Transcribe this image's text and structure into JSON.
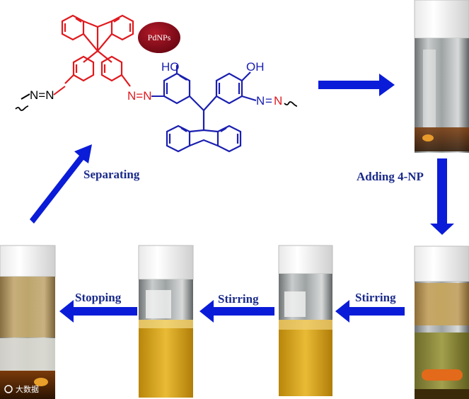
{
  "structure": {
    "badge": "PdNPs",
    "hydroxyl_left": "HO",
    "hydroxyl_right": "OH",
    "azo_n": "N",
    "azo_eq": "=",
    "azo_left": "N=N",
    "azo_mid": "N=N",
    "azo_right": "N=N"
  },
  "steps": {
    "separating": "Separating",
    "adding": "Adding 4-NP",
    "stirring_1": "Stirring",
    "stirring_2": "Stirring",
    "stopping": "Stopping"
  },
  "colors": {
    "polymer_red": "#e0191e",
    "polymer_blue": "#1a1fb0",
    "arrow_blue": "#0a1cd8",
    "label_blue": "#1a2a8a",
    "badge": "#8a0d1a",
    "liquid_amber": "#c98a12",
    "liquid_yellow": "#d9a514",
    "liquid_olive": "#8a8a3a"
  },
  "watermark": "大数据"
}
